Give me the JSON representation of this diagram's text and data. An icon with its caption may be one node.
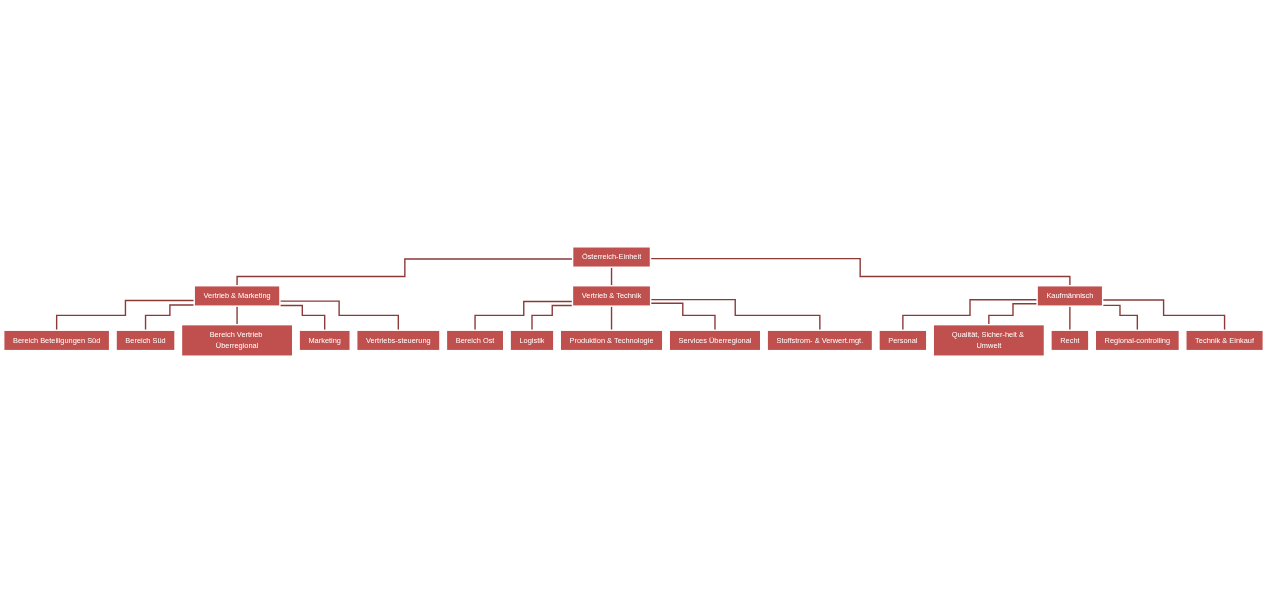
{
  "diagram": {
    "nodes": [
      {
        "text": [
          "Österreich-Einheit"
        ]
      },
      {
        "text": [
          "Vertrieb & Marketing"
        ]
      },
      {
        "text": [
          "Vertrieb & Technik"
        ]
      },
      {
        "text": [
          "Kaufmännisch"
        ]
      },
      {
        "text": [
          "Bereich Beteiligungen Süd"
        ]
      },
      {
        "text": [
          "Bereich Süd"
        ]
      },
      {
        "text": [
          "Bereich Vertrieb Überregional"
        ]
      },
      {
        "text": [
          "Marketing"
        ]
      },
      {
        "text": [
          "Vertriebs-steuerung"
        ]
      },
      {
        "text": [
          "Bereich Ost"
        ]
      },
      {
        "text": [
          "Logistik"
        ]
      },
      {
        "text": [
          "Produktion & Technologie"
        ]
      },
      {
        "text": [
          "Services Überregional"
        ]
      },
      {
        "text": [
          "Stoffstrom- & Verwert.mgt."
        ]
      },
      {
        "text": [
          "Personal"
        ]
      },
      {
        "text": [
          "Qualität, Sicher-heit & Umwelt"
        ]
      },
      {
        "text": [
          "Recht"
        ]
      },
      {
        "text": [
          "Regional-controlling"
        ]
      },
      {
        "text": [
          "Technik & Einkauf"
        ]
      }
    ],
    "edges": [
      {
        "from": 0,
        "to": 1,
        "arrow": "none"
      },
      {
        "from": 0,
        "to": 2,
        "arrow": "none"
      },
      {
        "from": 0,
        "to": 3,
        "arrow": "none"
      },
      {
        "from": 1,
        "to": 4,
        "arrow": "none"
      },
      {
        "from": 1,
        "to": 5,
        "arrow": "none"
      },
      {
        "from": 1,
        "to": 6,
        "arrow": "none"
      },
      {
        "from": 1,
        "to": 7,
        "arrow": "none"
      },
      {
        "from": 1,
        "to": 8,
        "arrow": "none"
      },
      {
        "from": 2,
        "to": 9,
        "arrow": "none"
      },
      {
        "from": 2,
        "to": 10,
        "arrow": "none"
      },
      {
        "from": 2,
        "to": 11,
        "arrow": "none"
      },
      {
        "from": 2,
        "to": 12,
        "arrow": "none"
      },
      {
        "from": 2,
        "to": 13,
        "arrow": "none"
      },
      {
        "from": 3,
        "to": 14,
        "arrow": "none"
      },
      {
        "from": 3,
        "to": 15,
        "arrow": "none"
      },
      {
        "from": 3,
        "to": 16,
        "arrow": "none"
      },
      {
        "from": 3,
        "to": 17,
        "arrow": "none"
      },
      {
        "from": 3,
        "to": 18,
        "arrow": "none"
      }
    ]
  }
}
